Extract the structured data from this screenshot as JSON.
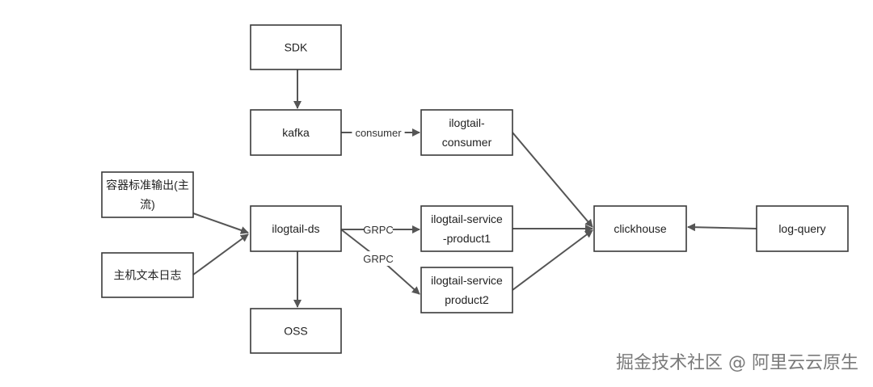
{
  "diagram": {
    "nodes": {
      "sdk": {
        "lines": [
          "SDK"
        ]
      },
      "kafka": {
        "lines": [
          "kafka"
        ]
      },
      "ilogtail_consumer": {
        "lines": [
          "ilogtail-",
          "consumer"
        ]
      },
      "container_stdout": {
        "lines": [
          "容器标准输出(主",
          "流)"
        ]
      },
      "host_text_log": {
        "lines": [
          "主机文本日志"
        ]
      },
      "ilogtail_ds": {
        "lines": [
          "ilogtail-ds"
        ]
      },
      "ilogtail_service_product1": {
        "lines": [
          "ilogtail-service",
          "-product1"
        ]
      },
      "ilogtail_service_product2": {
        "lines": [
          "ilogtail-service",
          "product2"
        ]
      },
      "oss": {
        "lines": [
          "OSS"
        ]
      },
      "clickhouse": {
        "lines": [
          "clickhouse"
        ]
      },
      "log_query": {
        "lines": [
          "log-query"
        ]
      }
    },
    "edges": [
      {
        "from": "sdk",
        "to": "kafka",
        "label": ""
      },
      {
        "from": "kafka",
        "to": "ilogtail_consumer",
        "label": "consumer"
      },
      {
        "from": "container_stdout",
        "to": "ilogtail_ds",
        "label": ""
      },
      {
        "from": "host_text_log",
        "to": "ilogtail_ds",
        "label": ""
      },
      {
        "from": "ilogtail_ds",
        "to": "ilogtail_service_product1",
        "label": "GRPC"
      },
      {
        "from": "ilogtail_ds",
        "to": "ilogtail_service_product2",
        "label": "GRPC"
      },
      {
        "from": "ilogtail_ds",
        "to": "oss",
        "label": ""
      },
      {
        "from": "ilogtail_consumer",
        "to": "clickhouse",
        "label": ""
      },
      {
        "from": "ilogtail_service_product1",
        "to": "clickhouse",
        "label": ""
      },
      {
        "from": "ilogtail_service_product2",
        "to": "clickhouse",
        "label": ""
      },
      {
        "from": "log_query",
        "to": "clickhouse",
        "label": ""
      }
    ]
  },
  "watermark": "掘金技术社区 @ 阿里云云原生",
  "colors": {
    "box_stroke": "#3a3a3a",
    "edge": "#555555",
    "text": "#222222",
    "watermark": "#7a7a7a"
  }
}
